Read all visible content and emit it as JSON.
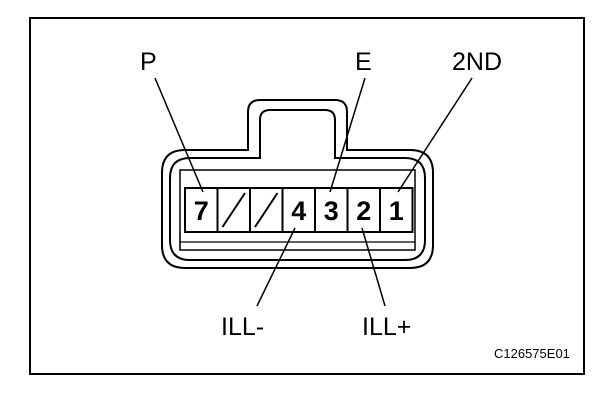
{
  "labels": {
    "p": "P",
    "e": "E",
    "second": "2ND",
    "ill_minus": "ILL-",
    "ill_plus": "ILL+"
  },
  "pins": [
    {
      "slot": 1,
      "text": "7",
      "empty": false
    },
    {
      "slot": 2,
      "text": "",
      "empty": true
    },
    {
      "slot": 3,
      "text": "",
      "empty": true
    },
    {
      "slot": 4,
      "text": "4",
      "empty": false
    },
    {
      "slot": 5,
      "text": "3",
      "empty": false
    },
    {
      "slot": 6,
      "text": "2",
      "empty": false
    },
    {
      "slot": 7,
      "text": "1",
      "empty": false
    }
  ],
  "figure_code": "C126575E01",
  "colors": {
    "line": "#000000",
    "background": "#ffffff"
  }
}
